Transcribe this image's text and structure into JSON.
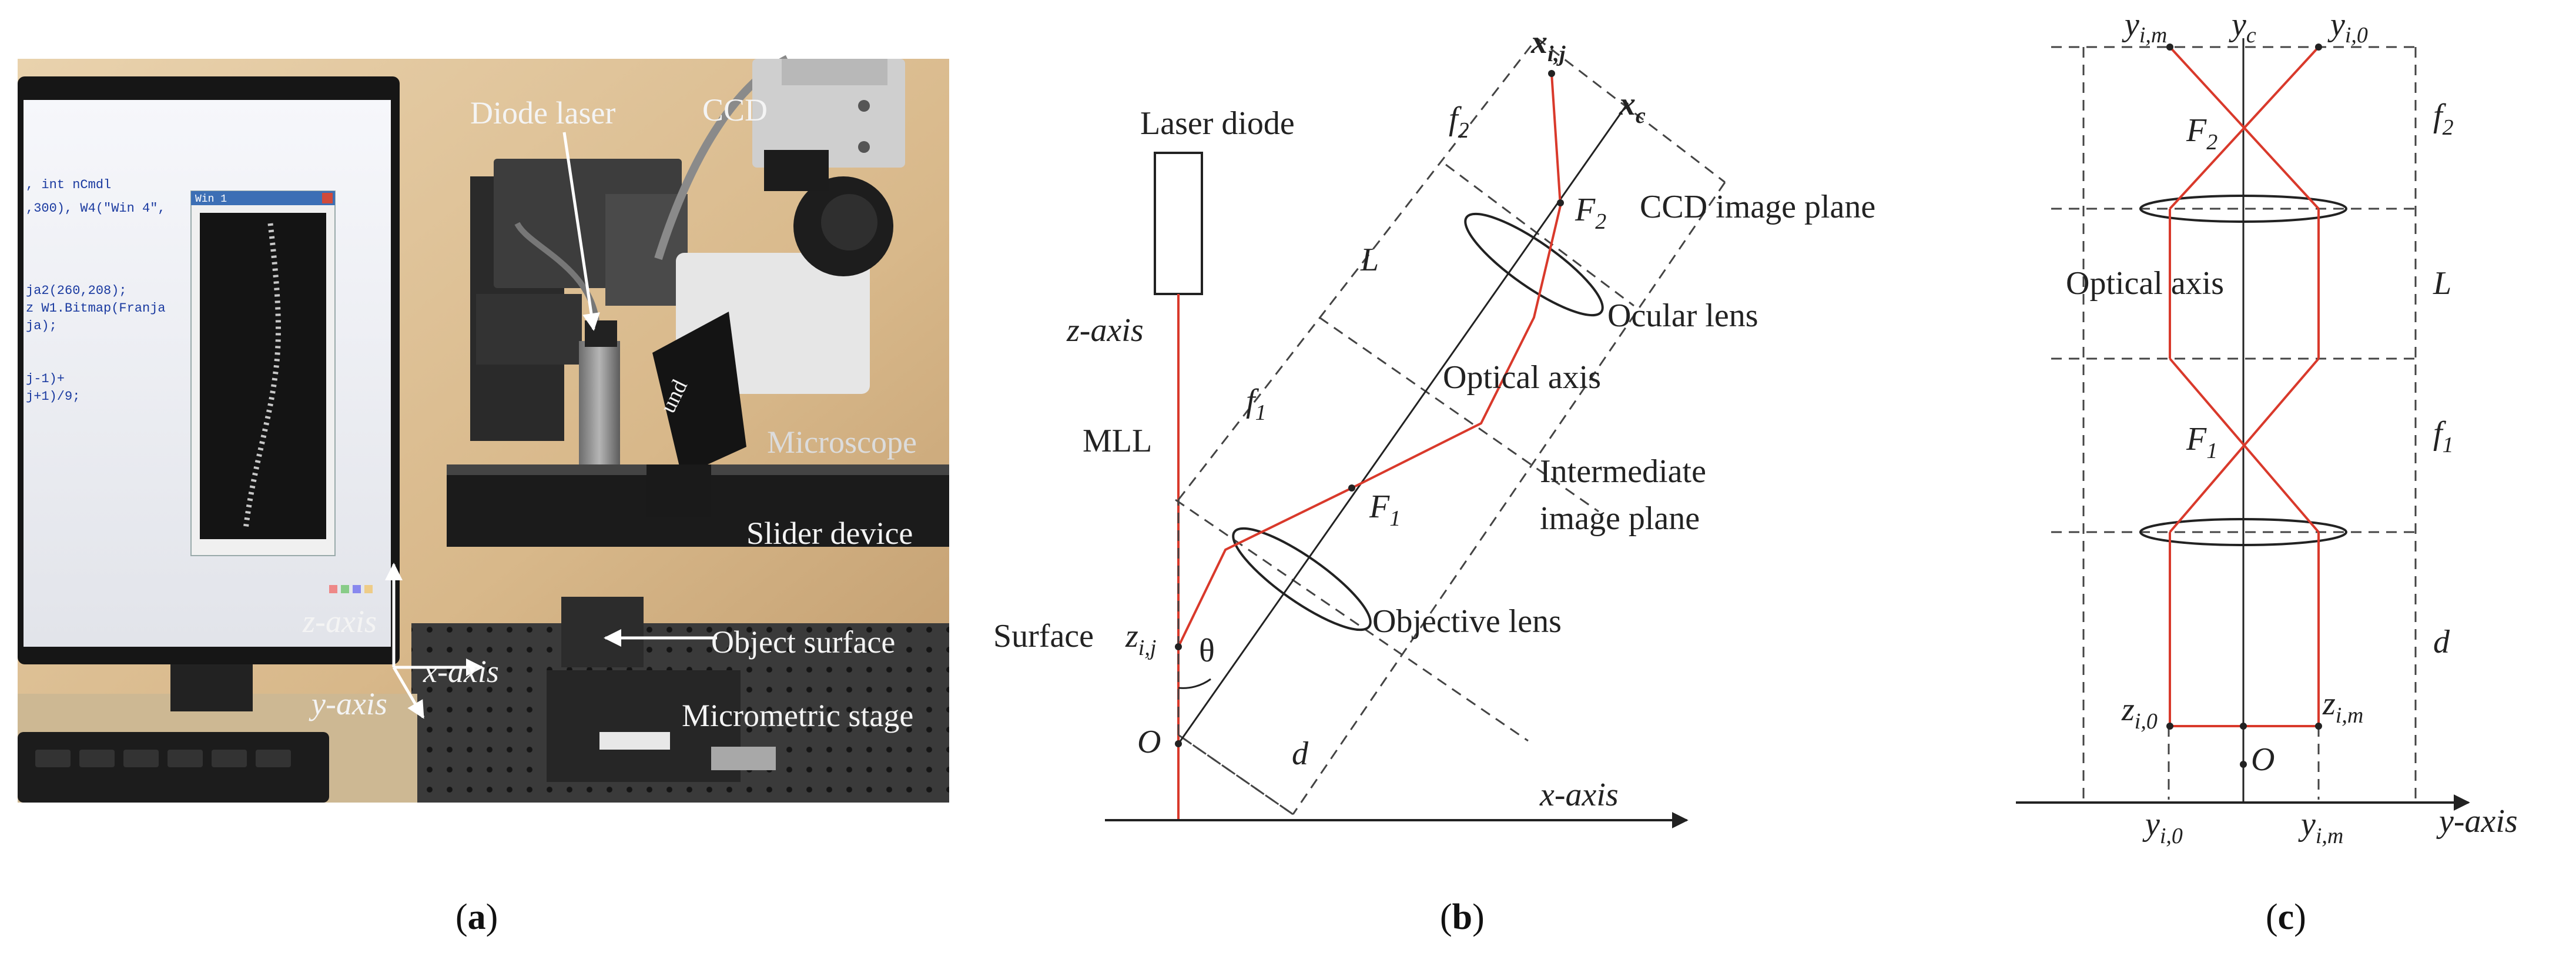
{
  "captions": {
    "a": "a",
    "b": "b",
    "c": "c"
  },
  "panel_a": {
    "window_title": "Win 1",
    "code_lines": [
      ", int nCmdl",
      ",300), W4(\"Win 4\",",
      "ja2(260,208);",
      "z W1.Bitmap(Franja",
      "ja);",
      "j-1)+",
      "j+1)/9;"
    ],
    "labels": {
      "diode_laser": "Diode laser",
      "ccd": "CCD",
      "microscope": "Microscope",
      "slider_device": "Slider device",
      "object_surface": "Object surface",
      "micrometric_stage": "Micrometric stage",
      "z_axis": "z-axis",
      "x_axis": "x-axis",
      "y_axis": "y-axis",
      "lens_brand": "und"
    }
  },
  "panel_b": {
    "labels": {
      "laser_diode": "Laser diode",
      "z_axis": "z-axis",
      "mll": "MLL",
      "surface": "Surface",
      "z": "z",
      "z_sub": "i,j",
      "theta": "θ",
      "O": "O",
      "d": "d",
      "x_axis": "x-axis",
      "f1": "f",
      "f1_sub": "1",
      "f2": "f",
      "f2_sub": "2",
      "L": "L",
      "F1": "F",
      "F1_sub": "1",
      "F2": "F",
      "F2_sub": "2",
      "xij": "x",
      "xij_sub": "i,j",
      "xc": "x",
      "xc_sub": "c",
      "ccd_image_plane": "CCD image plane",
      "ocular_lens": "Ocular lens",
      "optical_axis": "Optical axis",
      "intermediate_1": "Intermediate",
      "intermediate_2": "image plane",
      "objective_lens": "Objective lens"
    }
  },
  "panel_c": {
    "labels": {
      "yim_top": "y",
      "yim_top_sub": "i,m",
      "yc": "y",
      "yc_sub": "c",
      "yi0_top": "y",
      "yi0_top_sub": "i,0",
      "f2": "f",
      "f2_sub": "2",
      "F2": "F",
      "F2_sub": "2",
      "optical_axis": "Optical axis",
      "L": "L",
      "f1": "f",
      "f1_sub": "1",
      "F1": "F",
      "F1_sub": "1",
      "d": "d",
      "zi0": "z",
      "zi0_sub": "i,0",
      "zim": "z",
      "zim_sub": "i,m",
      "O": "O",
      "yi0_bot": "y",
      "yi0_bot_sub": "i,0",
      "yim_bot": "y",
      "yim_bot_sub": "i,m",
      "y_axis": "y-axis"
    }
  },
  "colors": {
    "ray": "#d9392b",
    "line": "#222222",
    "dash": "#555555"
  }
}
